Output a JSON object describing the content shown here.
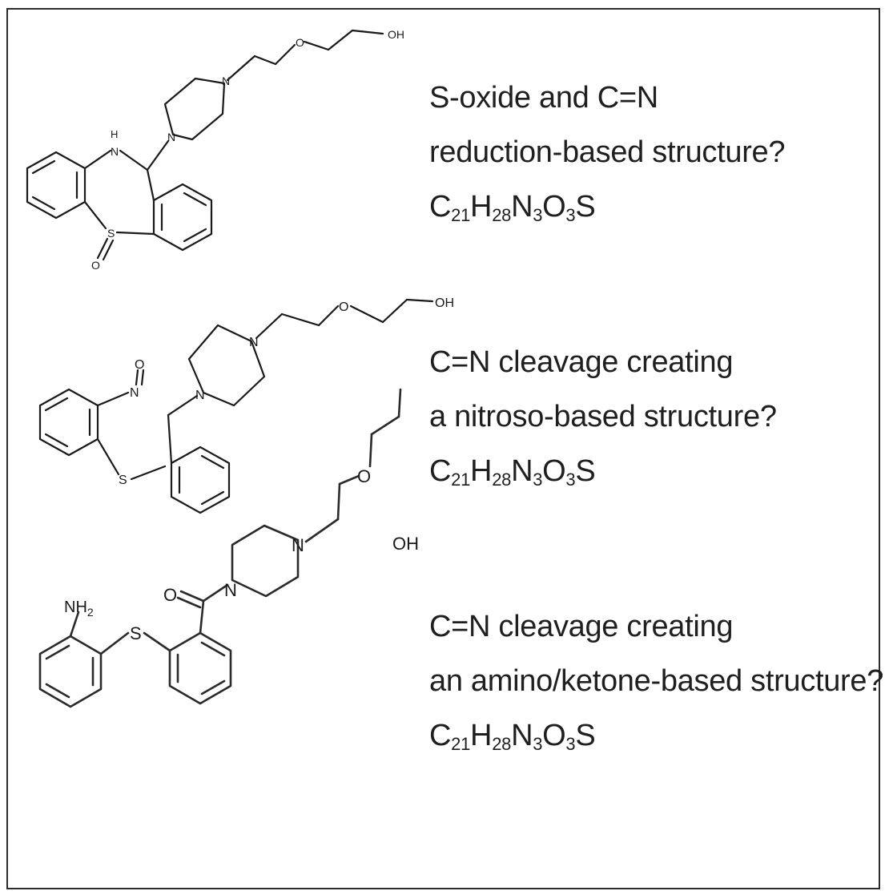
{
  "captions": [
    {
      "line1": "S-oxide and C=N",
      "line2": "reduction-based structure?",
      "formula": {
        "c": "C",
        "c_n": "21",
        "h": "H",
        "h_n": "28",
        "n": "N",
        "n_n": "3",
        "o": "O",
        "o_n": "3",
        "s": "S"
      }
    },
    {
      "line1": "C=N cleavage creating",
      "line2": "a nitroso-based structure?",
      "formula": {
        "c": "C",
        "c_n": "21",
        "h": "H",
        "h_n": "28",
        "n": "N",
        "n_n": "3",
        "o": "O",
        "o_n": "3",
        "s": "S"
      }
    },
    {
      "line1": "C=N cleavage creating",
      "line2": "an amino/ketone-based structure?",
      "formula": {
        "c": "C",
        "c_n": "21",
        "h": "H",
        "h_n": "28",
        "n": "N",
        "n_n": "3",
        "o": "O",
        "o_n": "3",
        "s": "S"
      }
    }
  ],
  "atoms": {
    "s1": {
      "oh": "OH",
      "o_ether": "O",
      "n_pip_a": "N",
      "n_pip_b": "N",
      "h": "H",
      "n_h": "N",
      "s": "S",
      "o_sulf": "O"
    },
    "s2": {
      "oh": "OH",
      "o_ether": "O",
      "n_pip_a": "N",
      "n_pip_b": "N",
      "o_nitroso": "O",
      "n_nitroso": "N",
      "s": "S"
    },
    "s3": {
      "oh": "OH",
      "o_ether": "O",
      "n_pip_a": "N",
      "n_pip_b": "N",
      "o_ketone": "O",
      "s": "S",
      "nh2": "NH",
      "nh2_sub": "2"
    }
  }
}
